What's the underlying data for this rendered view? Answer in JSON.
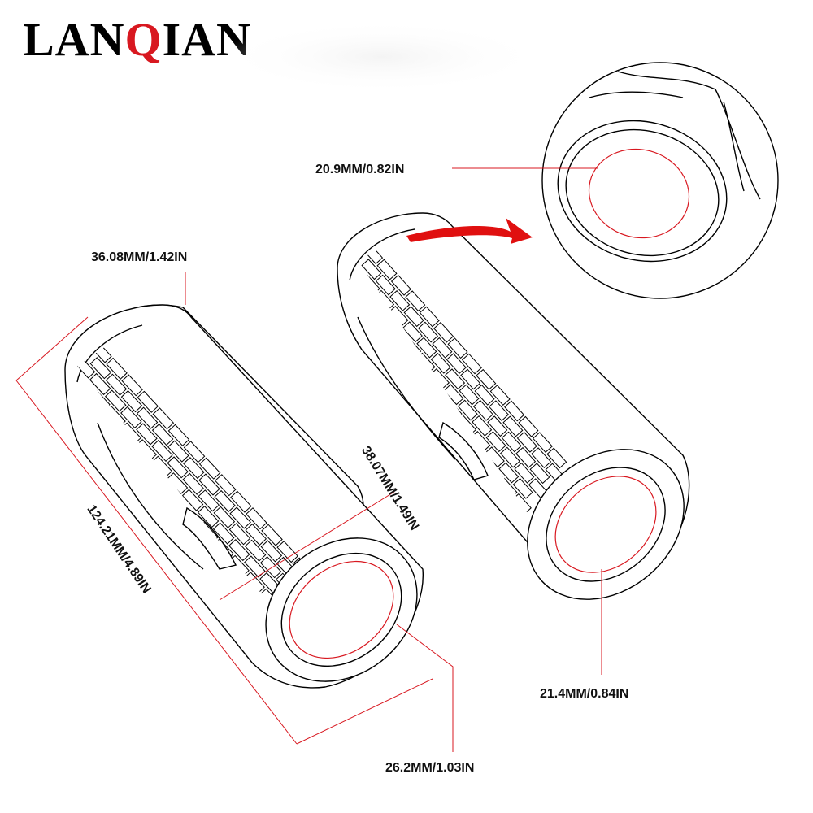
{
  "brand": {
    "before": "LAN",
    "accent_letter": "Q",
    "after": "IAN",
    "accent_color": "#d81820"
  },
  "dimensions": {
    "top_inner": "20.9MM/0.82IN",
    "end_outer": "36.08MM/1.42IN",
    "body_diameter": "38.07MM/1.49IN",
    "length": "124.21MM/4.89IN",
    "inner_left": "26.2MM/1.03IN",
    "inner_right": "21.4MM/0.84IN"
  },
  "colors": {
    "line": "#000000",
    "dimension_line": "#d81820",
    "arrow": "#e01010"
  },
  "icons": {
    "pointer": "curved-arrow-icon"
  }
}
